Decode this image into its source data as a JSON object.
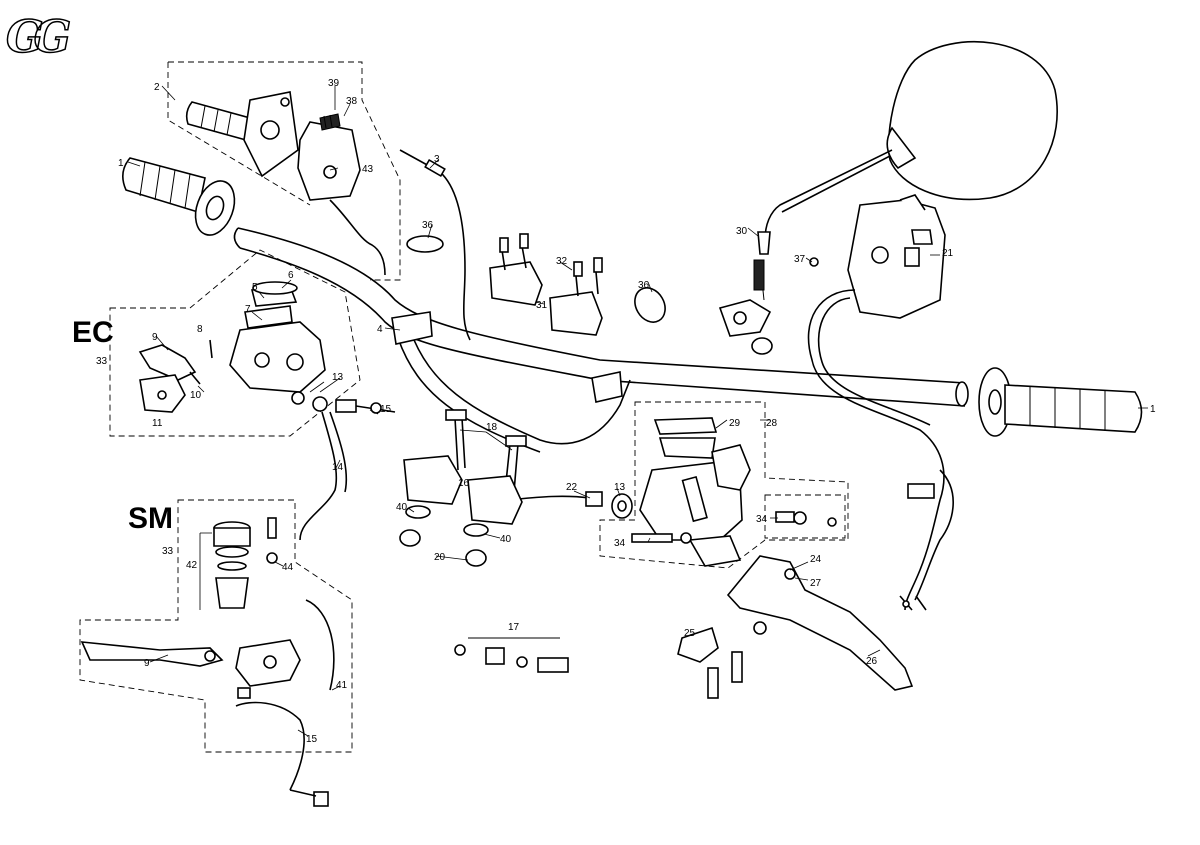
{
  "logo_text": "GG",
  "sections": {
    "ec": "EC",
    "sm": "SM"
  },
  "callouts": {
    "c1a": "1",
    "c1b": "1",
    "c2": "2",
    "c3": "3",
    "c4": "4",
    "c5": "5",
    "c6": "6",
    "c7": "7",
    "c8": "8",
    "c9a": "9",
    "c9b": "9",
    "c10": "10",
    "c11": "11",
    "c13a": "13",
    "c13b": "13",
    "c14": "14",
    "c15a": "15",
    "c15b": "15",
    "c16": "16",
    "c17": "17",
    "c18": "18",
    "c20": "20",
    "c21": "21",
    "c22": "22",
    "c24": "24",
    "c25": "25",
    "c26": "26",
    "c27": "27",
    "c28": "28",
    "c29": "29",
    "c30": "30",
    "c31": "31",
    "c32": "32",
    "c33a": "33",
    "c33b": "33",
    "c34a": "34",
    "c34b": "34",
    "c36a": "36",
    "c36b": "36",
    "c37": "37",
    "c38": "38",
    "c39": "39",
    "c40a": "40",
    "c40b": "40",
    "c41": "41",
    "c42": "42",
    "c43": "43",
    "c44": "44"
  }
}
